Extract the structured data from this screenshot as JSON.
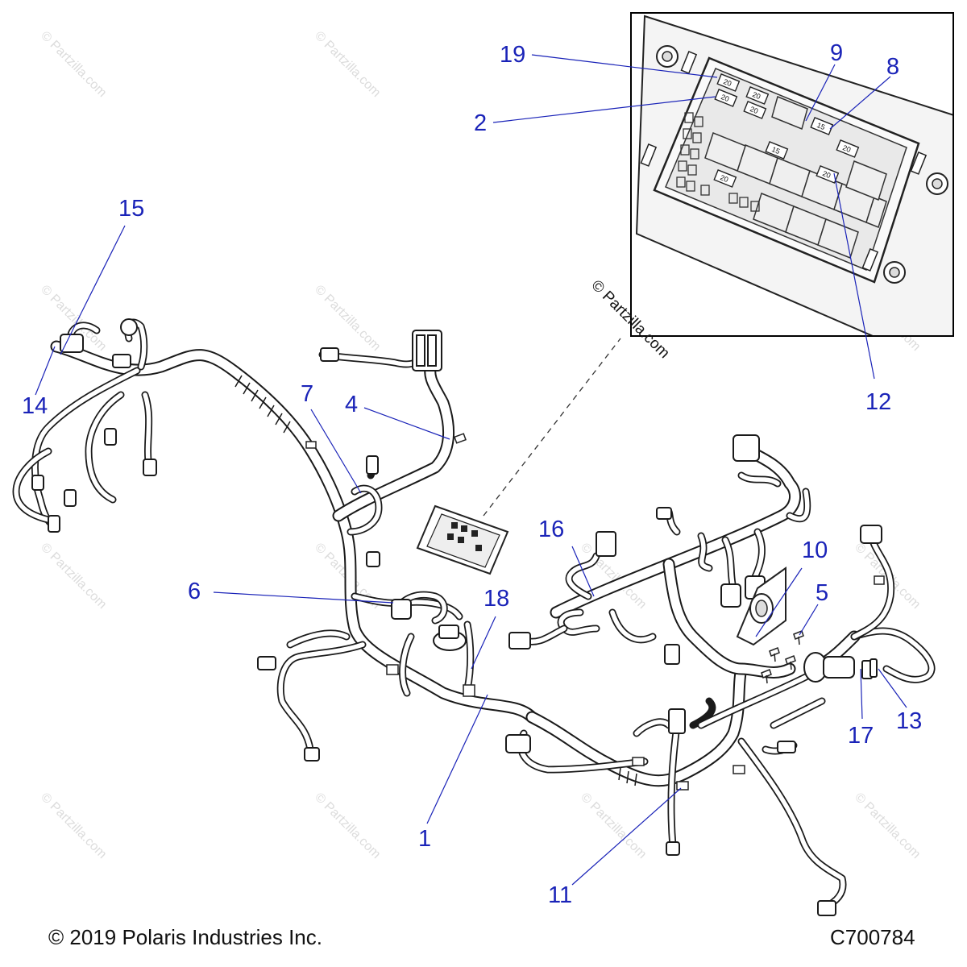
{
  "callouts": [
    {
      "id": "1",
      "label": "1"
    },
    {
      "id": "2",
      "label": "2"
    },
    {
      "id": "4",
      "label": "4"
    },
    {
      "id": "5",
      "label": "5"
    },
    {
      "id": "6",
      "label": "6"
    },
    {
      "id": "7",
      "label": "7"
    },
    {
      "id": "8",
      "label": "8"
    },
    {
      "id": "9",
      "label": "9"
    },
    {
      "id": "10",
      "label": "10"
    },
    {
      "id": "11",
      "label": "11"
    },
    {
      "id": "12",
      "label": "12"
    },
    {
      "id": "13",
      "label": "13"
    },
    {
      "id": "14",
      "label": "14"
    },
    {
      "id": "15",
      "label": "15"
    },
    {
      "id": "16",
      "label": "16"
    },
    {
      "id": "17",
      "label": "17"
    },
    {
      "id": "18",
      "label": "18"
    },
    {
      "id": "19",
      "label": "19"
    }
  ],
  "watermark": "© Partzilla.com",
  "inset_watermark": "© Partzilla.com",
  "fuse_labels": [
    "20",
    "20",
    "20",
    "20",
    "15",
    "15",
    "20",
    "20",
    "20"
  ],
  "footer": {
    "copyright": "© 2019 Polaris Industries Inc.",
    "drawing_number": "C700784"
  },
  "colors": {
    "callout": "#1a23b8",
    "line_art": "#1a1a1a",
    "watermark": "#dcdcdc"
  }
}
